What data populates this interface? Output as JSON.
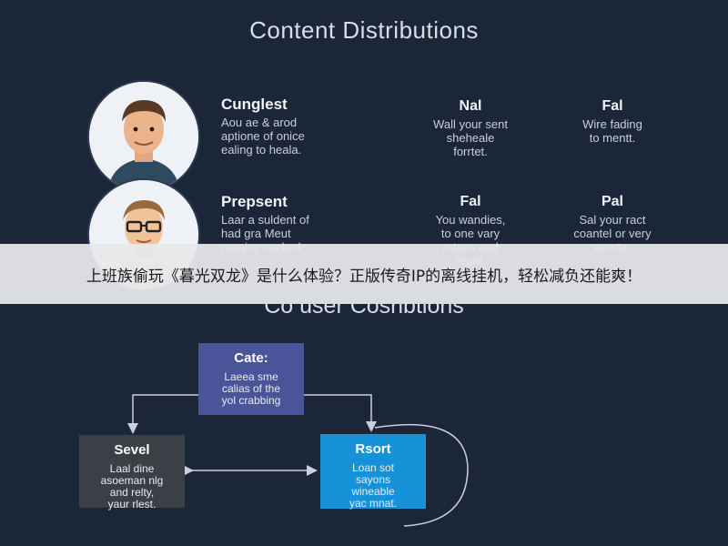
{
  "title": "Content Distributions",
  "rows": [
    {
      "heading": "Cunglest",
      "text": "Aou ae & arod\naptione of onice\nealing to heala.",
      "columns": [
        {
          "heading": "Nal",
          "text": "Wall your sent\nsheheale\nforrtet."
        },
        {
          "heading": "Fal",
          "text": "Wire fading\nto mentt."
        }
      ]
    },
    {
      "heading": "Prepsent",
      "text": "Laar a suldent of\nhad gra Meut\npreniny cocked.",
      "columns": [
        {
          "heading": "Fal",
          "text": "You wandies,\nto one vary\nrotaus and\nregnt."
        },
        {
          "heading": "Pal",
          "text": "Sal your ract\ncoantel or very\nerecta."
        }
      ]
    }
  ],
  "banner": "上班族偷玩《暮光双龙》是什么体验？正版传奇IP的离线挂机，轻松减负还能爽！",
  "subtitle": "Co user Cosribtions",
  "flow": {
    "nodes": {
      "cate": {
        "heading": "Cate:",
        "text": "Laeea sme\ncalias of the\nyol crabbing",
        "color": "#4a5499"
      },
      "sevel": {
        "heading": "Sevel",
        "text": "Laal dine\nasoeman nlg\nand relty,\nyaur rlest.",
        "color": "#3b3f46"
      },
      "rsort": {
        "heading": "Rsort",
        "text": "Loan sot\nsayons\nwineable\nyac mnat.",
        "color": "#1592d8"
      }
    }
  },
  "colors": {
    "background": "#1b2638",
    "line": "#c9d0da"
  }
}
